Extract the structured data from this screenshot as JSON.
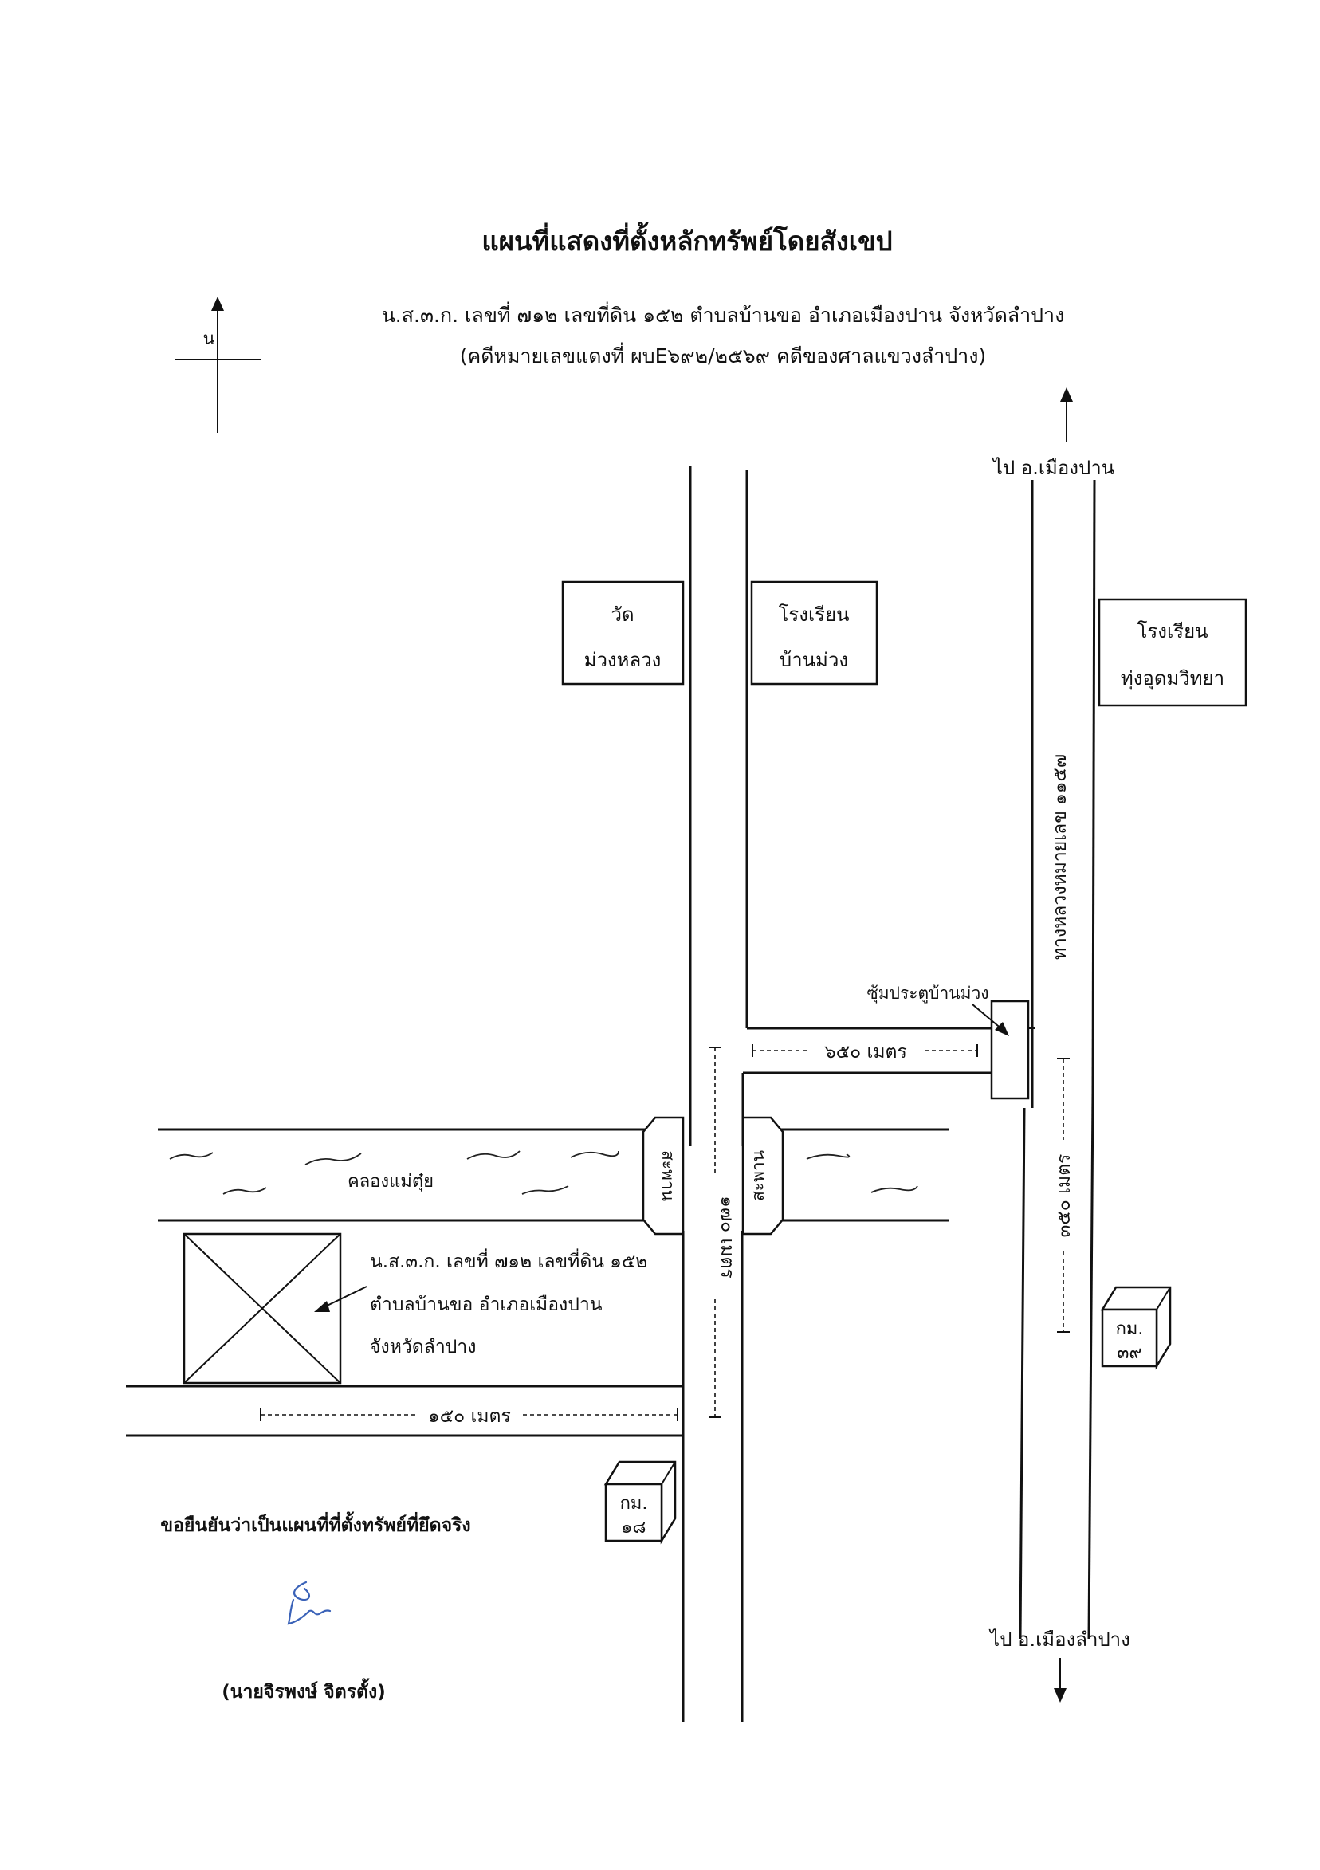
{
  "title": "แผนที่แสดงที่ตั้งหลักทรัพย์โดยสังเขป",
  "subtitle": "น.ส.๓.ก. เลขที่ ๗๑๒ เลขที่ดิน ๑๕๒ ตำบลบ้านขอ อำเภอเมืองปาน จังหวัดลำปาง",
  "case": "(คดีหมายเลขแดงที่ ผบE๖๙๒/๒๕๖๙ คดีของศาลแขวงลำปาง)",
  "north_label": "น",
  "places": {
    "wat_line1": "วัด",
    "wat_line2": "ม่วงหลวง",
    "school1_line1": "โรงเรียน",
    "school1_line2": "บ้านม่วง",
    "school2_line1": "โรงเรียน",
    "school2_line2": "ทุ่งอุดมวิทยา",
    "gate": "ซุ้มประตูบ้านม่วง",
    "canal": "คลองแม่ตุ๋ย",
    "bridge": "สะพาน",
    "highway": "ทางหลวงหมายเลข ๑๑๕๗"
  },
  "directions": {
    "north": "ไป อ.เมืองปาน",
    "south": "ไป อ.เมืองลำปาง"
  },
  "distances": {
    "gate_road": "๖๕๐ เมตร",
    "main_road": "๑๗๐ เมตร",
    "highway_segment": "๓๕๐ เมตร",
    "lower_road": "๑๕๐ เมตร"
  },
  "property": {
    "line1": "น.ส.๓.ก. เลขที่ ๗๑๒ เลขที่ดิน ๑๕๒",
    "line2": "ตำบลบ้านขอ อำเภอเมืองปาน",
    "line3": "จังหวัดลำปาง"
  },
  "km_posts": [
    {
      "line1": "กม.",
      "line2": "๓๙"
    },
    {
      "line1": "กม.",
      "line2": "๑๘"
    }
  ],
  "certify": "ขอยืนยันว่าเป็นแผนที่ที่ตั้งทรัพย์ที่ยึดจริง",
  "signer": "(นายจิรพงษ์ จิตรตั้ง)",
  "signature_color": "#3a62b8"
}
